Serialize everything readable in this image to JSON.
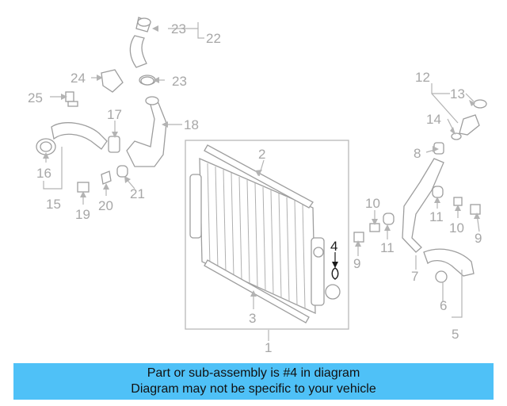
{
  "diagram": {
    "callouts": {
      "c1": "1",
      "c2": "2",
      "c3": "3",
      "c4": "4",
      "c5": "5",
      "c6": "6",
      "c7": "7",
      "c8": "8",
      "c9a": "9",
      "c9b": "9",
      "c10a": "10",
      "c10b": "10",
      "c11a": "11",
      "c11b": "11",
      "c12": "12",
      "c13": "13",
      "c14": "14",
      "c15": "15",
      "c16": "16",
      "c17": "17",
      "c18": "18",
      "c19": "19",
      "c20": "20",
      "c21": "21",
      "c22": "22",
      "c23a": "23",
      "c23b": "23",
      "c24": "24",
      "c25": "25"
    },
    "highlighted_part": "4",
    "colors": {
      "highlight": "#1a1a1a",
      "muted": "#a7a7a7",
      "banner": "#4fc1f7"
    }
  },
  "banner": {
    "line1": "Part or sub-assembly is #4 in diagram",
    "line2": "Diagram may not be specific to your vehicle"
  }
}
